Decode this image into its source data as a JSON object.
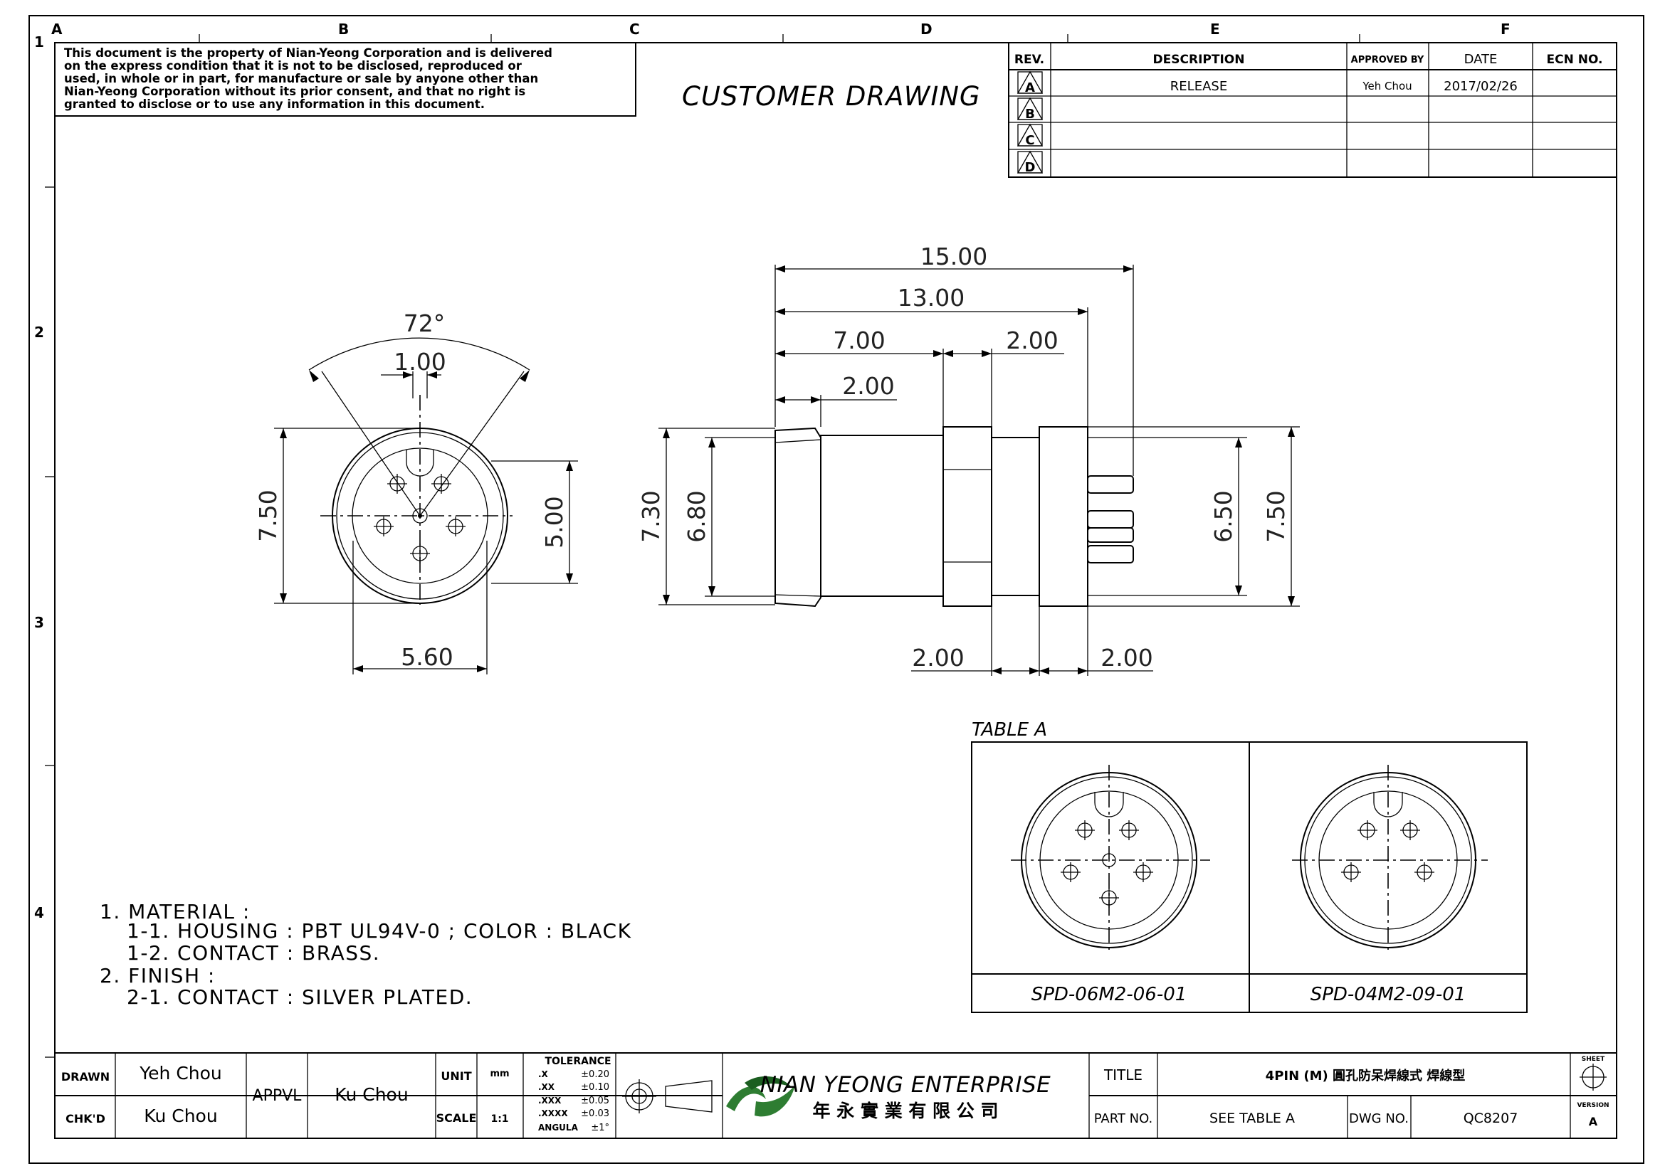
{
  "zones": {
    "columns": [
      "A",
      "B",
      "C",
      "D",
      "E",
      "F"
    ],
    "rows": [
      "1",
      "2",
      "3",
      "4"
    ]
  },
  "notice_lines": [
    "This document is the property of Nian-Yeong Corporation and is delivered",
    "on  the  express condition that it is not to be disclosed, reproduced or",
    "used, in whole or in part, for manufacture or sale by anyone other than",
    "Nian-Yeong Corporation without  its prior consent, and that  no right  is",
    "granted to disclose or to use any information in this  document."
  ],
  "drawing_title": "CUSTOMER  DRAWING",
  "revision_table": {
    "headers": [
      "REV.",
      "DESCRIPTION",
      "APPROVED BY",
      "DATE",
      "ECN NO."
    ],
    "rows": [
      {
        "rev": "A",
        "description": "RELEASE",
        "approved_by": "Yeh Chou",
        "date": "2017/02/26",
        "ecn": ""
      },
      {
        "rev": "B",
        "description": "",
        "approved_by": "",
        "date": "",
        "ecn": ""
      },
      {
        "rev": "C",
        "description": "",
        "approved_by": "",
        "date": "",
        "ecn": ""
      },
      {
        "rev": "D",
        "description": "",
        "approved_by": "",
        "date": "",
        "ecn": ""
      }
    ]
  },
  "front_view": {
    "angle": "72°",
    "pin_spacing": "1.00",
    "outer_height": "7.50",
    "inner_diameter": "5.00",
    "width": "5.60"
  },
  "side_view": {
    "overall_length": "15.00",
    "body_length": "13.00",
    "section_1": "7.00",
    "section_2": "2.00",
    "front_ring": "2.00",
    "front_height": "7.30",
    "front_inner_height": "6.80",
    "rear_inner_height": "6.50",
    "rear_height": "7.50",
    "bottom_left": "2.00",
    "bottom_right": "2.00"
  },
  "table_a": {
    "title": "TABLE A",
    "cells": [
      "SPD-06M2-06-01",
      "SPD-04M2-09-01"
    ]
  },
  "notes": [
    "1.  MATERIAL  :",
    "1-1.  HOUSING  :  PBT  UL94V-0  ;  COLOR  :  BLACK",
    "1-2.  CONTACT    :  BRASS.",
    "2.  FINISH  :",
    "2-1.  CONTACT  :  SILVER  PLATED."
  ],
  "title_block": {
    "drawn_label": "DRAWN",
    "drawn_value": "Yeh Chou",
    "checked_label": "CHK'D",
    "checked_value": "Ku Chou",
    "approved_label": "APPVL",
    "approved_value": "Ku Chou",
    "unit_label": "UNIT",
    "unit_value": "mm",
    "scale_label": "SCALE",
    "scale_value": "1:1",
    "tolerance_title": "TOLERANCE",
    "tolerance_rows": [
      {
        "k": ".X",
        "v": "±0.20"
      },
      {
        "k": ".XX",
        "v": "±0.10"
      },
      {
        "k": ".XXX",
        "v": "±0.05"
      },
      {
        "k": ".XXXX",
        "v": "±0.03"
      },
      {
        "k": "ANGULA",
        "v": "±1°"
      }
    ],
    "company_en": "NIAN YEONG ENTERPRISE",
    "company_zh": "年 永 實 業 有 限 公 司",
    "title_label": "TITLE",
    "title_value": "4PIN (M) 圓孔防呆焊線式 焊線型",
    "part_label": "PART NO.",
    "part_value": "SEE TABLE A",
    "dwg_label": "DWG NO.",
    "dwg_value": "QC8207",
    "sheet_label": "SHEET",
    "version_label": "VERSION",
    "version_value": "A"
  },
  "colors": {
    "line": "#000000",
    "logo_green": "#2e7d32",
    "dimension_text": "#222222"
  }
}
